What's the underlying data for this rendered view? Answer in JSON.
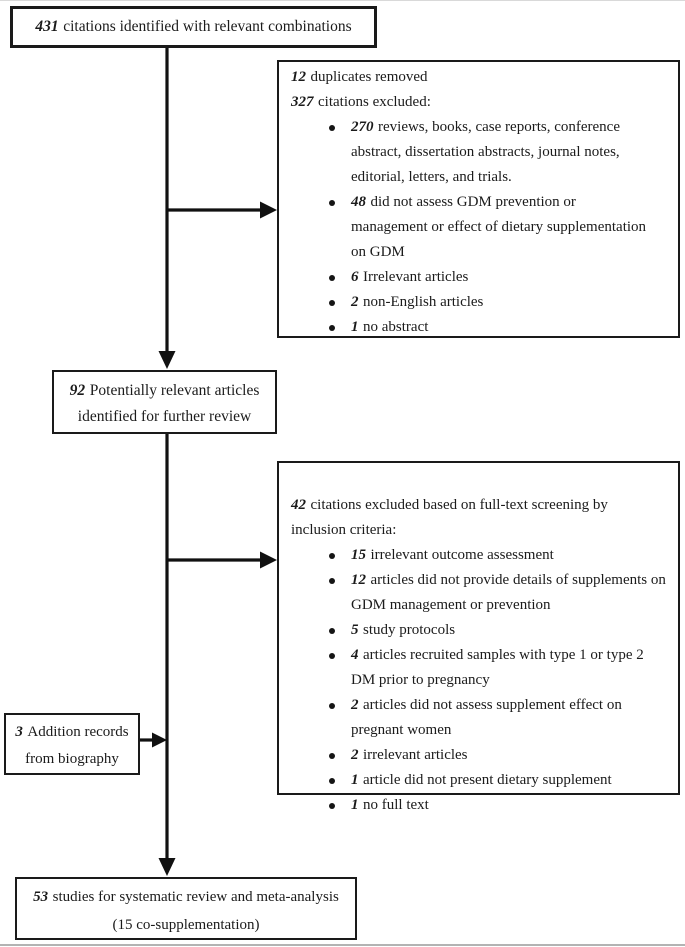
{
  "figure": {
    "title": "Study selection flow diagram",
    "colors": {
      "ink": "#1a1a1a",
      "background": "#ffffff",
      "edge_line": "#b3b3b3"
    },
    "boxes": {
      "identified": {
        "number": "431",
        "text": "citations identified with relevant combinations"
      },
      "excluded_screening": {
        "lines": [
          {
            "number": "12",
            "text": "duplicates removed"
          },
          {
            "number": "327",
            "text": "citations excluded:"
          }
        ],
        "bullets": [
          {
            "number": "270",
            "text": "reviews, books, case reports, conference\nabstract, dissertation abstracts, journal notes,\neditorial, letters, and trials."
          },
          {
            "number": "48",
            "text": "did not assess GDM prevention or\nmanagement or effect of dietary supplementation\non GDM"
          },
          {
            "number": "6",
            "text": "Irrelevant articles"
          },
          {
            "number": "2",
            "text": "non-English articles"
          },
          {
            "number": "1",
            "text": "no abstract"
          }
        ]
      },
      "relevant": {
        "number": "92",
        "text": "Potentially relevant articles",
        "text_line2": "identified for further review"
      },
      "excluded_fulltext": {
        "header": {
          "number": "42",
          "text": "citations excluded based on full-text screening by\ninclusion criteria:"
        },
        "bullets": [
          {
            "number": "15",
            "text": "irrelevant outcome assessment"
          },
          {
            "number": "12",
            "text": "articles did not provide details of supplements on\nGDM management or prevention"
          },
          {
            "number": "5",
            "text": "study protocols"
          },
          {
            "number": "4",
            "text": "articles recruited samples with type 1 or type 2\nDM prior to pregnancy"
          },
          {
            "number": "2",
            "text": "articles did not assess supplement effect on\npregnant women"
          },
          {
            "number": "2",
            "text": "irrelevant articles"
          },
          {
            "number": "1",
            "text": "article did not present dietary supplement"
          },
          {
            "number": "1",
            "text": "no full text"
          }
        ]
      },
      "additional": {
        "number": "3",
        "text": "Addition records",
        "text_line2": "from biography"
      },
      "included": {
        "number": "53",
        "text": "studies for systematic review and meta-analysis",
        "text_line2": "(15 co-supplementation)"
      }
    }
  }
}
